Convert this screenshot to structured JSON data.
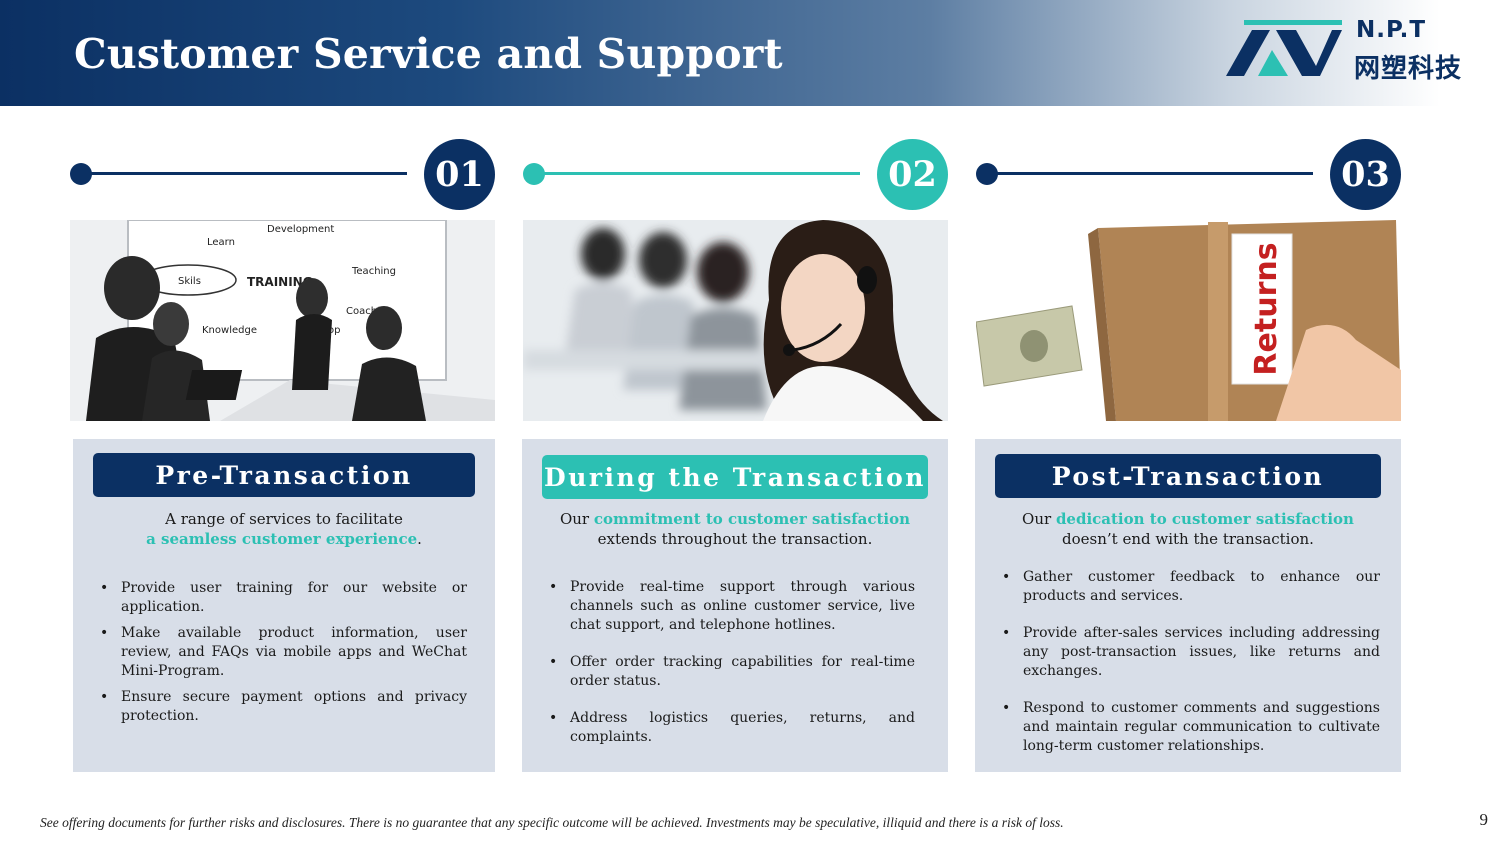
{
  "header": {
    "title": "Customer Service and Support",
    "logo_en": "N.P.T",
    "logo_cn": "网塑科技"
  },
  "colors": {
    "navy": "#0b3063",
    "teal": "#2cc0b3",
    "card_bg": "#d8dee8"
  },
  "steps": [
    {
      "number": "01",
      "title": "Pre-Transaction",
      "photo_text": {
        "development": "Development",
        "learn": "Learn",
        "teaching": "Teaching",
        "skills": "Skils",
        "training": "TRAINING",
        "coach": "Coach",
        "knowledge": "Knowledge",
        "op": "op"
      },
      "intro_line1": "A range of services to facilitate",
      "intro_highlight": "a seamless customer experience",
      "intro_end": ".",
      "bullets": [
        "Provide user training for our website or application.",
        "Make available product information, user review, and FAQs via mobile apps and WeChat Mini-Program.",
        "Ensure secure payment options and privacy protection."
      ]
    },
    {
      "number": "02",
      "title": "During the Transaction",
      "intro_prefix": "Our ",
      "intro_highlight": "commitment to customer satisfaction",
      "intro_line2": "extends throughout the transaction.",
      "bullets": [
        "Provide real-time support through various channels such as online customer service, live chat support, and telephone hotlines.",
        "Offer order tracking capabilities for real-time order status.",
        "Address logistics queries, returns, and complaints."
      ]
    },
    {
      "number": "03",
      "title": "Post-Transaction",
      "photo_text": {
        "returns": "Returns"
      },
      "intro_prefix": "Our ",
      "intro_highlight": "dedication to customer satisfaction",
      "intro_line2": "doesn’t end with the transaction.",
      "bullets": [
        "Gather customer feedback to enhance our products and services.",
        "Provide after-sales services including addressing any post-transaction issues, like returns and exchanges.",
        "Respond to customer comments and suggestions and maintain regular communication to cultivate long-term customer relationships."
      ]
    }
  ],
  "footer": {
    "disclaimer": "See offering documents for further risks and disclosures. There is no guarantee that any specific outcome will be achieved. Investments may be speculative, illiquid and there is a risk of loss.",
    "page_number": "9"
  }
}
